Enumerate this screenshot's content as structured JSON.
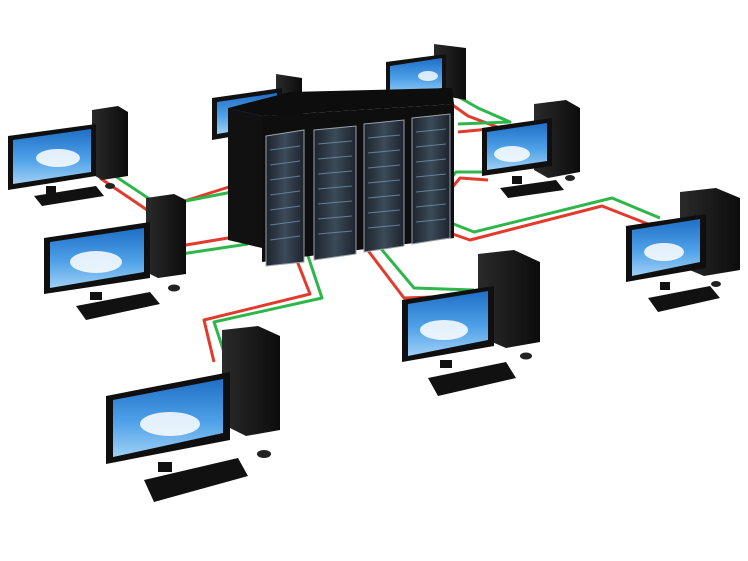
{
  "scene": {
    "background": "#ffffff",
    "colors": {
      "send_line": "#e23b2e",
      "receive_line": "#2fb64a",
      "screen_sky": "#2f86d6",
      "screen_cloud": "#ffffff",
      "hardware": "#151515",
      "server_glass": "#3a4654"
    },
    "server": {
      "name": "server-rack",
      "rack_units": 4
    },
    "workstations": [
      {
        "name": "workstation-left-top"
      },
      {
        "name": "workstation-left-middle"
      },
      {
        "name": "workstation-bottom-left"
      },
      {
        "name": "workstation-bottom-center"
      },
      {
        "name": "workstation-right-middle"
      },
      {
        "name": "workstation-right-top"
      },
      {
        "name": "workstation-back-right"
      },
      {
        "name": "workstation-back-left"
      }
    ]
  }
}
